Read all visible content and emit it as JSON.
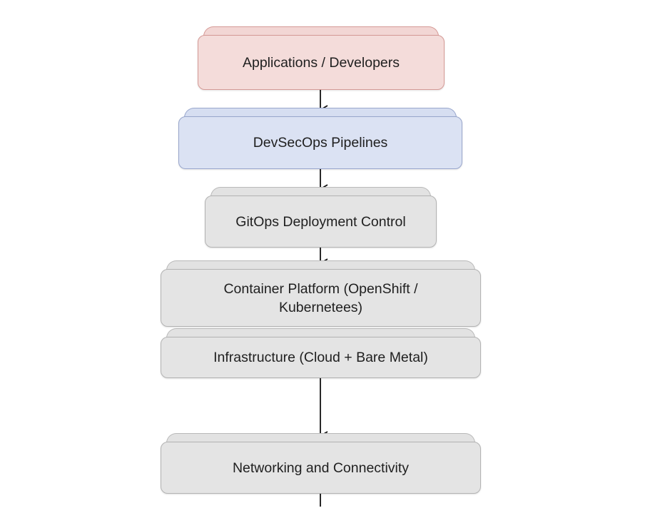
{
  "layers": [
    {
      "label": "Applications / Developers",
      "color": "#f4dcda"
    },
    {
      "label": "DevSecOps Pipelines",
      "color": "#dbe2f3"
    },
    {
      "label": "GitOps Deployment Control",
      "color": "#e4e4e4"
    },
    {
      "label": "Container Platform (OpenShift / Kubernetees)",
      "color": "#e4e4e4"
    },
    {
      "label": "Infrastructure (Cloud + Bare Metal)",
      "color": "#e4e4e4"
    },
    {
      "label": "Networking and Connectivity",
      "color": "#e4e4e4"
    }
  ]
}
